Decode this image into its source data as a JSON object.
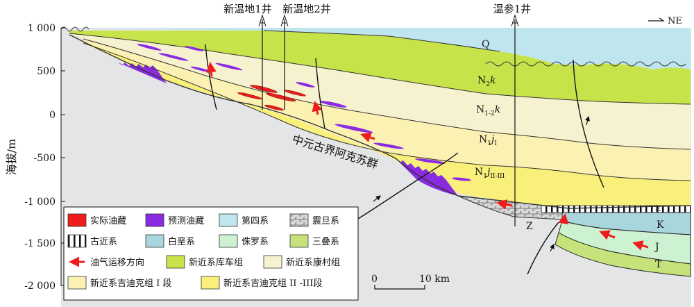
{
  "axis": {
    "ylabel": "海拔/m",
    "ticks": [
      "1 000",
      "500",
      "0",
      "-500",
      "-1 000",
      "-1 500",
      "-2 000"
    ]
  },
  "wells": [
    "新温地1井",
    "新温地2井",
    "温参1井"
  ],
  "direction": "NE",
  "labels": {
    "Q": "Q",
    "n2k_base": "N",
    "n2k_sub": "2",
    "n2k_sym": "k",
    "n12k_base": "N",
    "n12k_sub": "1-2",
    "n12k_sym": "k",
    "n1j1_base": "N",
    "n1j1_sub": "1",
    "n1j1_sym": "j",
    "n1j1_suf": "I",
    "n1j23_base": "N",
    "n1j23_sub": "1",
    "n1j23_sym": "j",
    "n1j23_suf": "II-III",
    "basement": "中元古界阿克苏群",
    "Z": "Z",
    "E": "E",
    "K": "K",
    "J": "J",
    "T": "T"
  },
  "scale": {
    "zero": "0",
    "ten": "10 km"
  },
  "legend": [
    {
      "label": "实际油藏",
      "color": "#ee1c1c",
      "pattern": "solid"
    },
    {
      "label": "预测油藏",
      "color": "#8a2be2",
      "pattern": "solid"
    },
    {
      "label": "第四系",
      "color": "#bfe6ef",
      "pattern": "solid"
    },
    {
      "label": "震旦系",
      "color": "#d9d9d9",
      "pattern": "brick"
    },
    {
      "label": "古近系",
      "color": "#ffffff",
      "pattern": "vlines"
    },
    {
      "label": "白垩系",
      "color": "#a9d6dd",
      "pattern": "solid"
    },
    {
      "label": "侏罗系",
      "color": "#cdf2d2",
      "pattern": "solid"
    },
    {
      "label": "三叠系",
      "color": "#c6e27a",
      "pattern": "solid"
    },
    {
      "label": "油气运移方向",
      "color": "#ee1c1c",
      "pattern": "arrow"
    },
    {
      "label": "新近系库车组",
      "color": "#c7e34a",
      "pattern": "solid"
    },
    {
      "label": "新近系康村组",
      "color": "#f6f2cf",
      "pattern": "solid"
    },
    {
      "label": "新近系吉迪克组 I 段",
      "color": "#fbf1b3",
      "pattern": "solid"
    },
    {
      "label": "新近系吉迪克组 II -III段",
      "color": "#f8f07a",
      "pattern": "solid"
    }
  ],
  "colors": {
    "quaternary": "#bfe6ef",
    "kuqa": "#c7e34a",
    "kangcun": "#f6f2cf",
    "jidike1": "#fbf1b3",
    "jidike23": "#f8f07a",
    "basement": "#e3e5e6",
    "sinian": "#d9d9d9",
    "cretaceous": "#a9d6dd",
    "jurassic": "#cdf2d2",
    "triassic": "#c6e27a",
    "oil": "#ee1c1c",
    "predicted": "#8a2be2"
  }
}
